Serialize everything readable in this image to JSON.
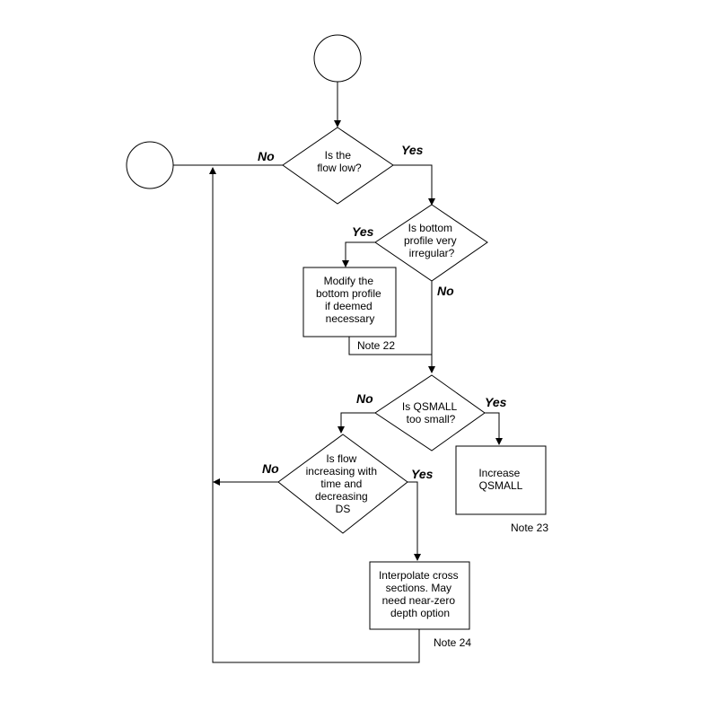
{
  "nodes": {
    "d1": [
      "Is the",
      "flow low?"
    ],
    "d2": [
      "Is bottom",
      "profile very",
      "irregular?"
    ],
    "p1": [
      "Modify the",
      "bottom profile",
      "if deemed",
      "necessary"
    ],
    "d3": [
      "Is QSMALL",
      "too small?"
    ],
    "p2": [
      "Increase",
      "QSMALL"
    ],
    "d4": [
      "Is flow",
      "increasing with",
      "time and",
      "decreasing",
      "DS"
    ],
    "p3": [
      "Interpolate cross",
      "sections.  May",
      "need near-zero",
      "depth option"
    ]
  },
  "branch_labels": {
    "d1_no": "No",
    "d1_yes": "Yes",
    "d2_yes": "Yes",
    "d2_no": "No",
    "d3_no": "No",
    "d3_yes": "Yes",
    "d4_no": "No",
    "d4_yes": "Yes"
  },
  "notes": {
    "n22": "Note 22",
    "n23": "Note 23",
    "n24": "Note 24"
  }
}
